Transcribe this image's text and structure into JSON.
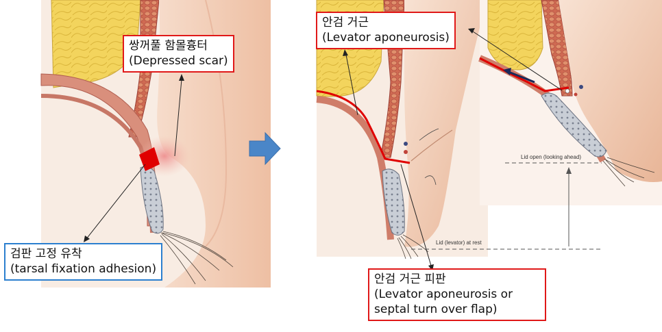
{
  "labels": {
    "depressed_scar": {
      "ko": "쌍꺼풀 함몰흉터",
      "en": "(Depressed scar)"
    },
    "tarsal_fixation": {
      "ko": "검판 고정 유착",
      "en": "(tarsal fixation adhesion)"
    },
    "levator_aponeurosis": {
      "ko": "안검 거근",
      "en": "(Levator aponeurosis)"
    },
    "levator_flap": {
      "ko": "안검 거근 피판",
      "en_line1": "(Levator aponeurosis or",
      "en_line2": "septal turn over flap)"
    }
  },
  "annotations": {
    "lid_open": "Lid open (looking ahead)",
    "lid_at_rest": "Lid (levator) at rest"
  },
  "colors": {
    "label_border_red": "#e01818",
    "label_border_blue": "#2b7fcf",
    "arrow_blue": "#4a86c8",
    "skin": "#f3d2bd",
    "fat": "#f2d35a",
    "muscle": "#c8544a",
    "highlight_red": "#e00000"
  }
}
